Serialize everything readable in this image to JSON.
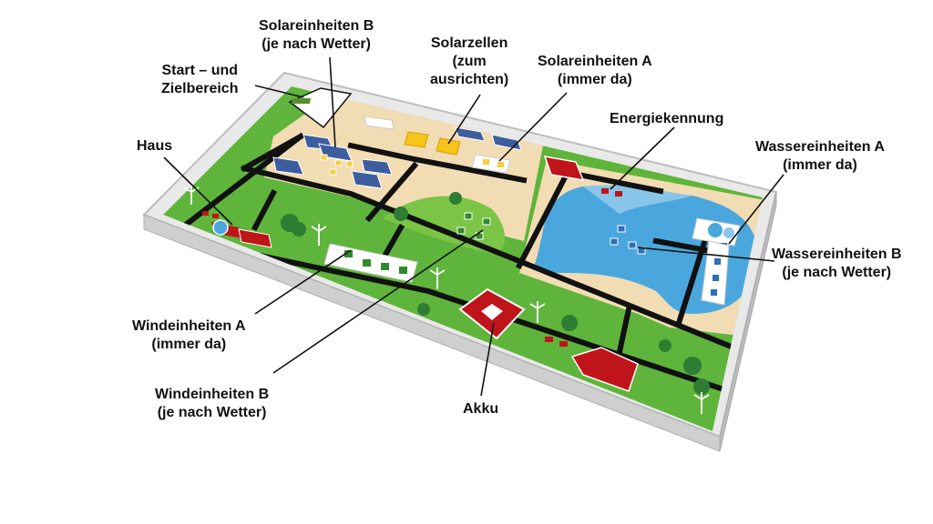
{
  "labels": {
    "solar_b": [
      "Solareinheiten B",
      "(je nach Wetter)"
    ],
    "solarzellen": [
      "Solarzellen",
      "(zum",
      "ausrichten)"
    ],
    "solar_a": [
      "Solareinheiten A",
      "(immer da)"
    ],
    "start": [
      "Start – und",
      "Zielbereich"
    ],
    "energie": [
      "Energiekennung"
    ],
    "haus": [
      "Haus"
    ],
    "wasser_a": [
      "Wassereinheiten A",
      "(immer da)"
    ],
    "wasser_b": [
      "Wassereinheiten B",
      "(je nach Wetter)"
    ],
    "wind_a": [
      "Windeinheiten A",
      "(immer da)"
    ],
    "wind_b": [
      "Windeinheiten B",
      "(je nach Wetter)"
    ],
    "akku": [
      "Akku"
    ]
  },
  "colors": {
    "grass": "#5fb53b",
    "sand": "#f2dcb3",
    "water": "#49a7de",
    "track": "#111111",
    "wall": "#f4f4f4",
    "red": "#c0141b"
  }
}
